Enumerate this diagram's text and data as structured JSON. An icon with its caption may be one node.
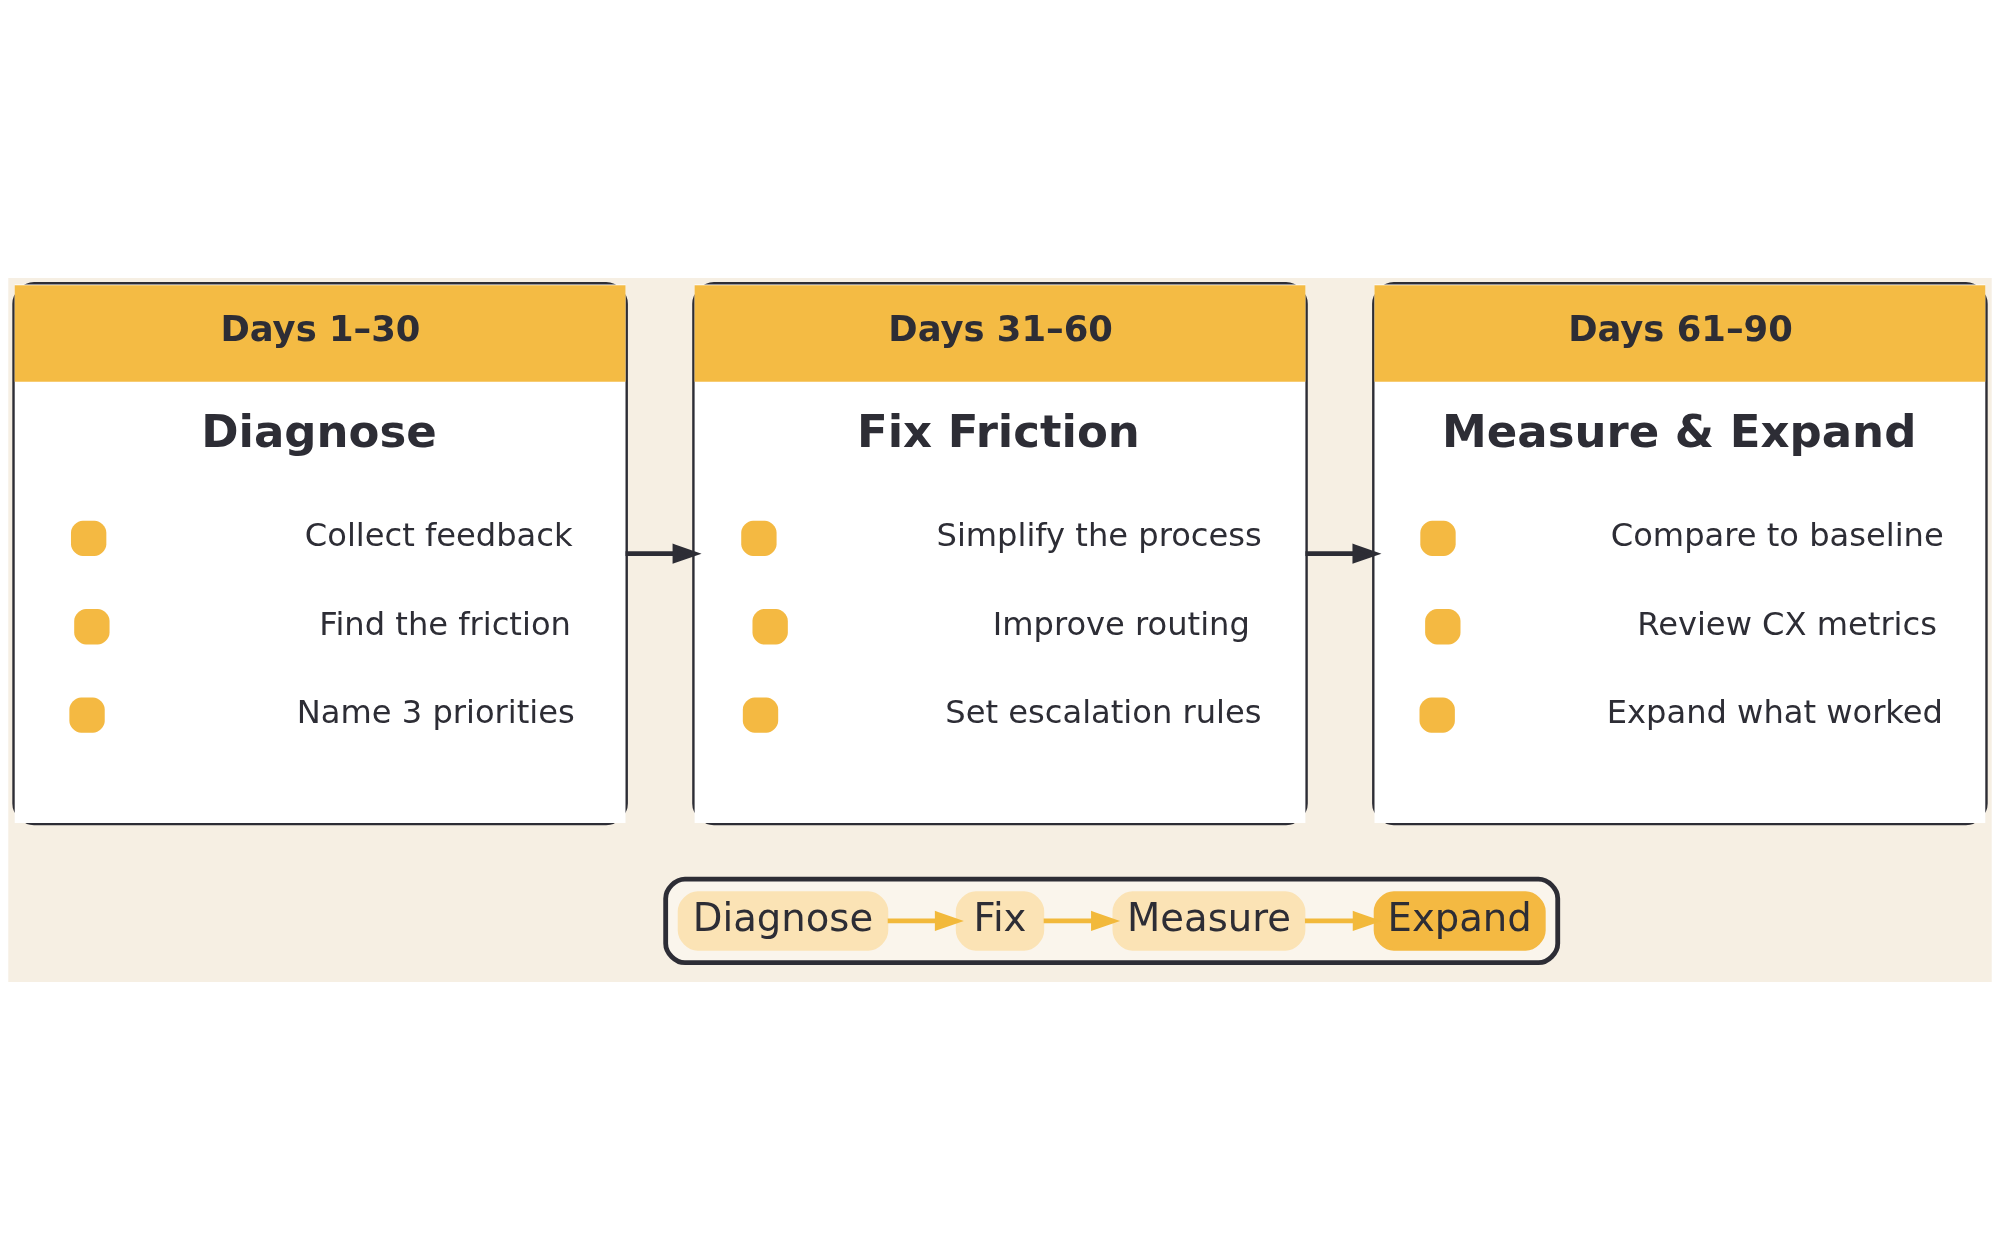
{
  "diagram": {
    "nodes": [
      {
        "text": [
          "Days 1–30",
          "Diagnose",
          "Collect feedback",
          "Find the friction",
          "Name 3 priorities"
        ]
      },
      {
        "text": [
          "Days 31–60",
          "Fix Friction",
          "Simplify the process",
          "Improve routing",
          "Set escalation rules"
        ]
      },
      {
        "text": [
          "Days 61–90",
          "Measure & Expand",
          "Compare to baseline",
          "Review CX metrics",
          "Expand what worked"
        ]
      },
      {
        "text": [],
        "shape": "box"
      },
      {
        "text": [
          "Diagnose"
        ],
        "in": 3
      },
      {
        "text": [
          "Fix"
        ],
        "in": 3
      },
      {
        "text": [
          "Measure"
        ],
        "in": 3
      },
      {
        "text": [
          "Expand"
        ],
        "in": 3
      }
    ],
    "edges": [
      {
        "from": 0,
        "to": 1,
        "arrow": "to",
        "color": "#2d2d35"
      },
      {
        "from": 1,
        "to": 2,
        "arrow": "to",
        "color": "#2d2d35"
      },
      {
        "from": 4,
        "to": 5,
        "arrow": "to"
      },
      {
        "from": 5,
        "to": 6,
        "arrow": "to"
      },
      {
        "from": 6,
        "to": 7,
        "arrow": "to"
      }
    ]
  }
}
